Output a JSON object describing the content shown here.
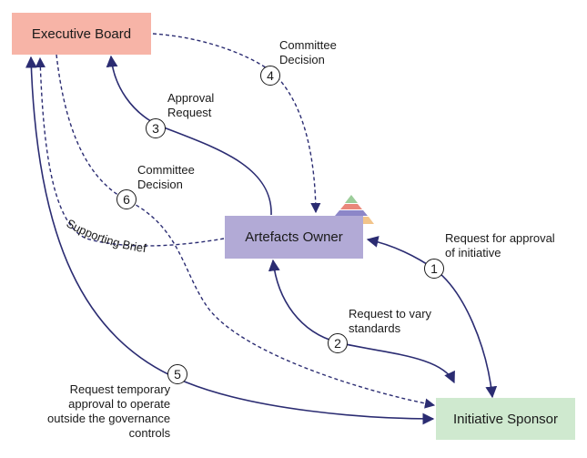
{
  "nodes": {
    "executive_board": "Executive Board",
    "artefacts_owner": "Artefacts Owner",
    "initiative_sponsor": "Initiative Sponsor"
  },
  "steps": [
    {
      "number": "1",
      "label": "Request for approval\nof initiative"
    },
    {
      "number": "2",
      "label": "Request to vary\nstandards"
    },
    {
      "number": "3",
      "label": "Approval\nRequest"
    },
    {
      "number": "4",
      "label": "Committee\nDecision"
    },
    {
      "number": "5",
      "label": "Request temporary\napproval to operate\noutside the governance\ncontrols"
    },
    {
      "number": "6",
      "label": "Committee\nDecision"
    }
  ],
  "supporting_brief_label": "Supporting Brief",
  "colors": {
    "executive_board": "#f7b4a7",
    "artefacts_owner": "#b2aad6",
    "initiative_sponsor": "#cfe9cf",
    "arrow": "#2b2c72"
  },
  "icon": "pyramid-icon"
}
